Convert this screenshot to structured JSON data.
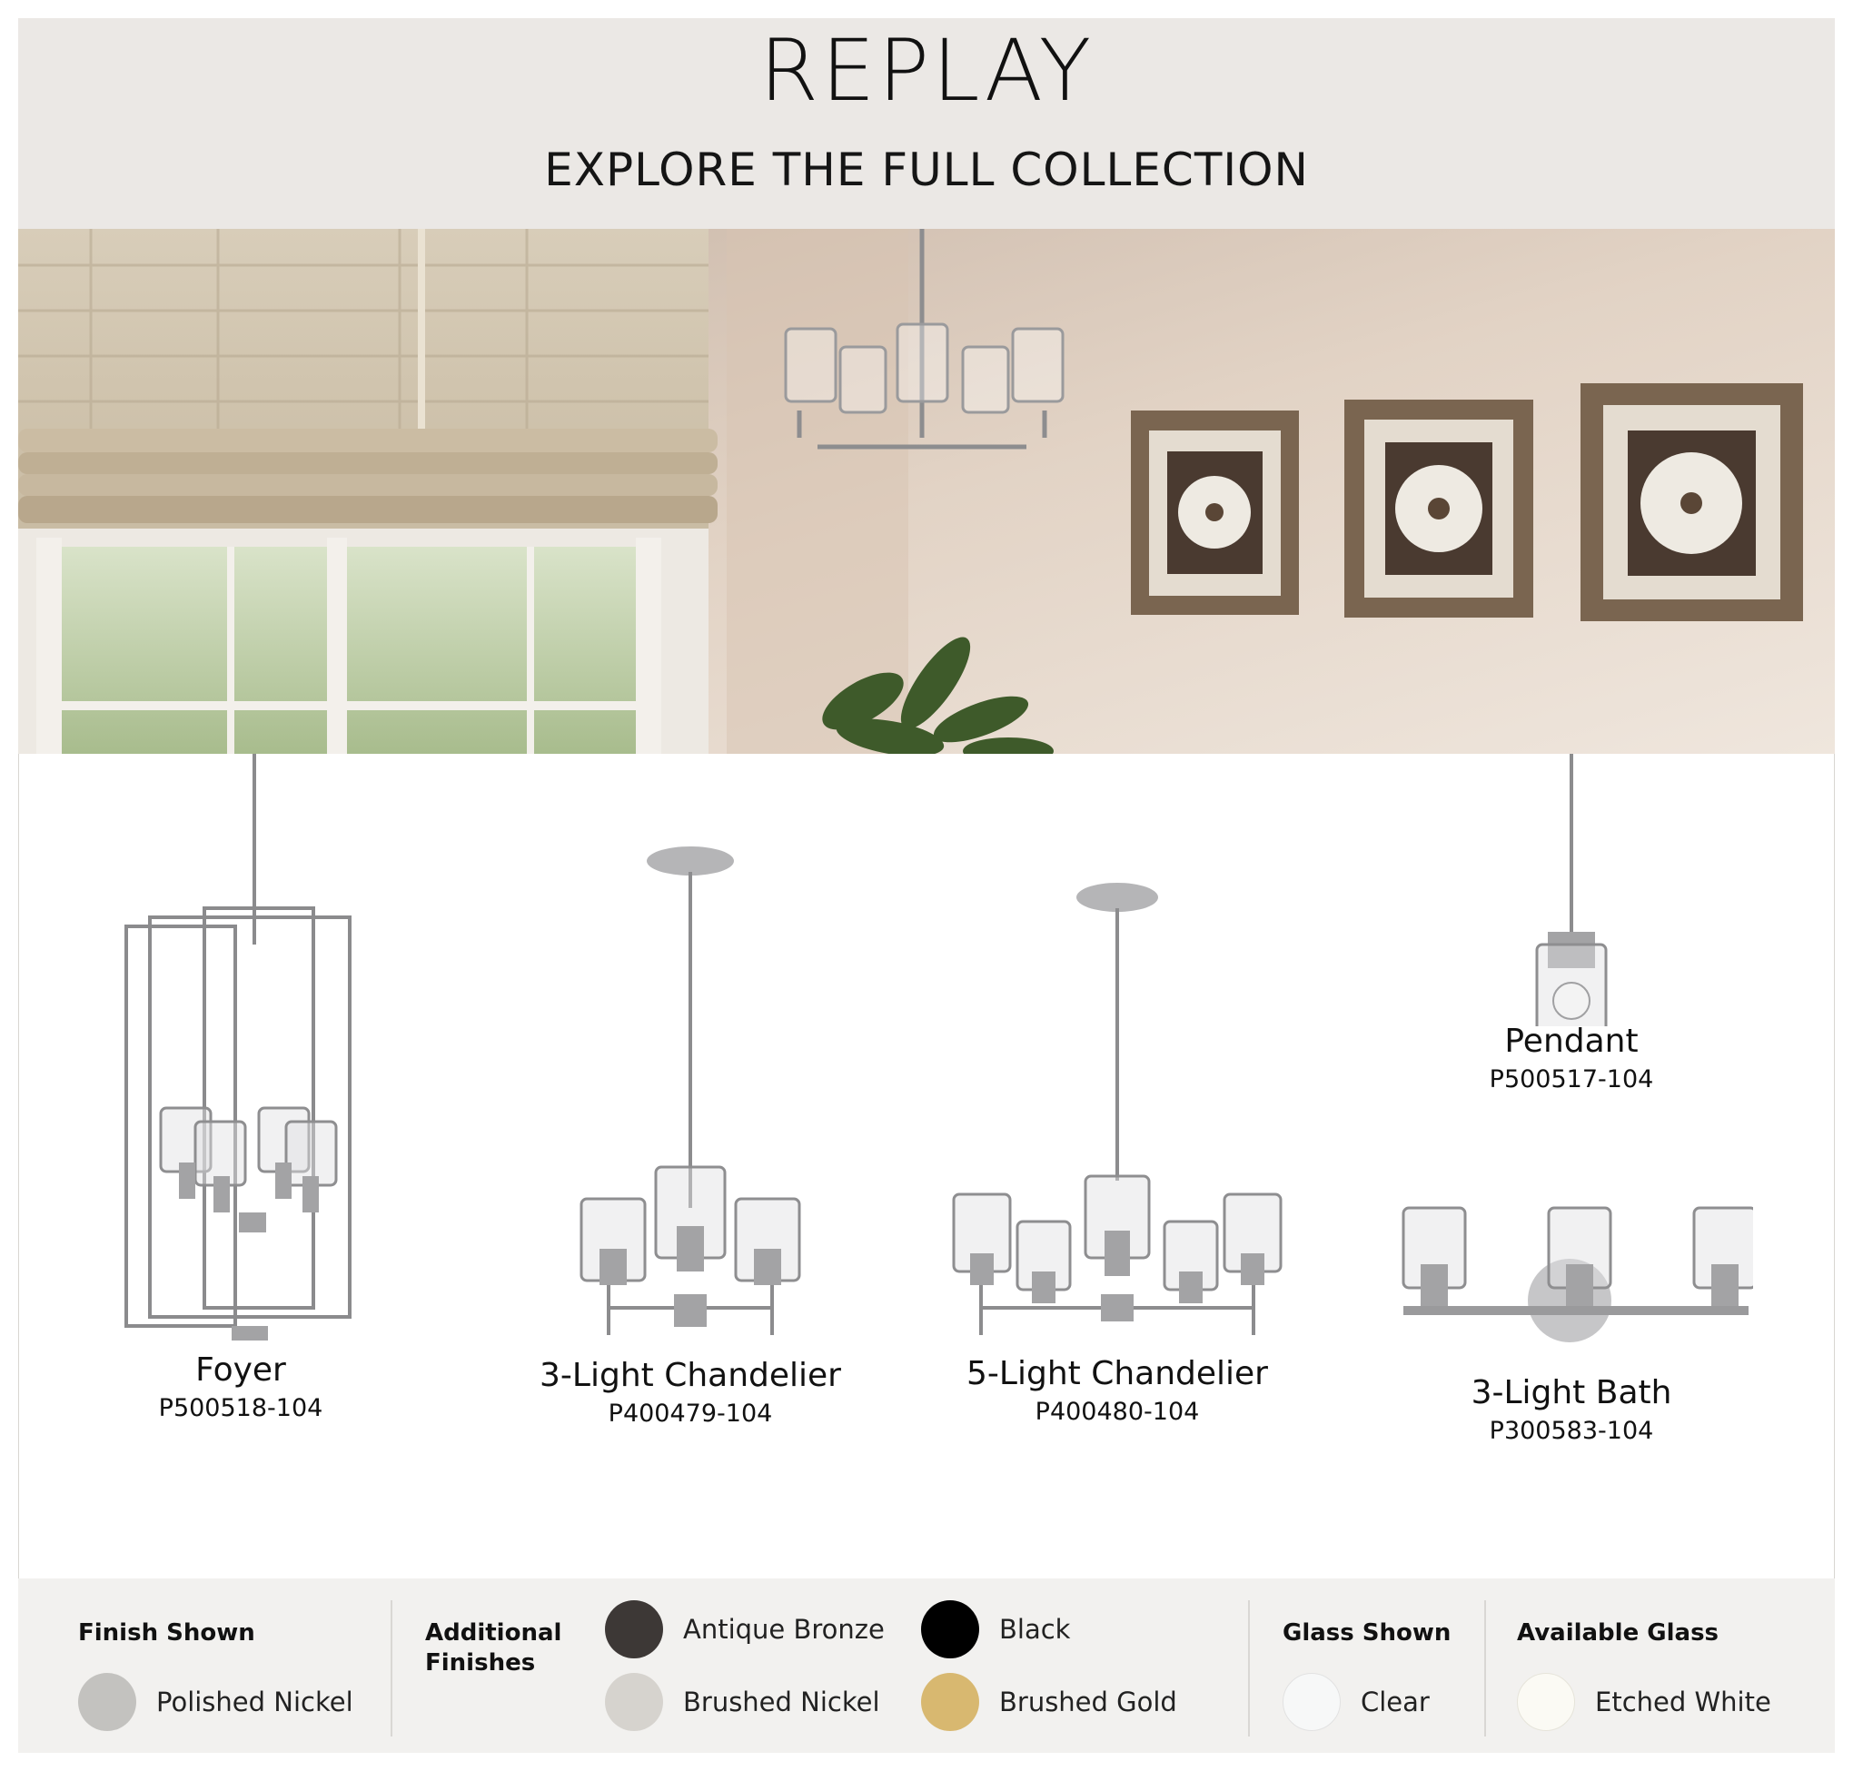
{
  "header": {
    "title": "REPLAY",
    "subtitle": "EXPLORE THE FULL COLLECTION"
  },
  "products": [
    {
      "name": "Foyer",
      "code": "P500518-104",
      "icon": "foyer-pendant-illustration"
    },
    {
      "name": "3-Light Chandelier",
      "code": "P400479-104",
      "icon": "three-light-chandelier-illustration"
    },
    {
      "name": "5-Light Chandelier",
      "code": "P400480-104",
      "icon": "five-light-chandelier-illustration"
    },
    {
      "name": "Pendant",
      "code": "P500517-104",
      "icon": "mini-pendant-illustration"
    },
    {
      "name": "3-Light Bath",
      "code": "P300583-104",
      "icon": "bath-vanity-illustration"
    }
  ],
  "finishes": {
    "finish_shown": {
      "heading": "Finish Shown",
      "items": [
        {
          "label": "Polished Nickel",
          "color": "#c3c2bf"
        }
      ]
    },
    "additional": {
      "heading": "Additional Finishes",
      "heading_line1": "Additional",
      "heading_line2": "Finishes",
      "items": [
        {
          "label": "Antique Bronze",
          "color": "#3d3836"
        },
        {
          "label": "Black",
          "color": "#000000"
        },
        {
          "label": "Brushed Nickel",
          "color": "#d6d3ce"
        },
        {
          "label": "Brushed Gold",
          "color": "#d8b870"
        }
      ]
    },
    "glass_shown": {
      "heading": "Glass Shown",
      "items": [
        {
          "label": "Clear",
          "color": "#f7f8f8"
        }
      ]
    },
    "available_glass": {
      "heading": "Available Glass",
      "items": [
        {
          "label": "Etched White",
          "color": "#fbfaf4"
        }
      ]
    }
  }
}
